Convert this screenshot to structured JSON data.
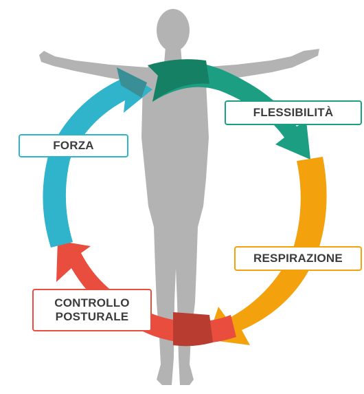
{
  "diagram": {
    "labels": {
      "flessibilita": "FLESSIBILITÀ",
      "forza": "FORZA",
      "respirazione": "RESPIRAZIONE",
      "controllo_posturale": "CONTROLLO\nPOSTURALE"
    },
    "colors": {
      "flessibilita": "#1c9e83",
      "flessibilita_top": "#168064",
      "respirazione": "#f3a20d",
      "controllo_posturale": "#e84d3e",
      "forza": "#2fb4cb",
      "figure": "#b3b3b3",
      "label_text": "#3c3c3c"
    },
    "icons": {
      "figure": "human-silhouette-icon",
      "cycle": "circular-arrows-icon"
    }
  }
}
